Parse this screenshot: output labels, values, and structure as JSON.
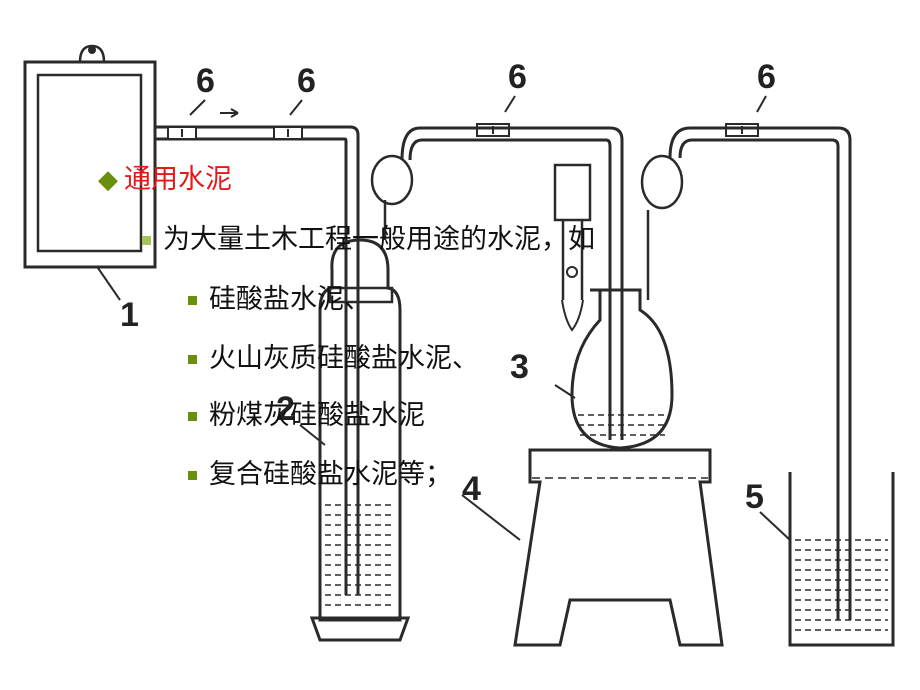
{
  "diagram": {
    "labels": {
      "n1": "1",
      "n2": "2",
      "n3": "3",
      "n4": "4",
      "n5": "5",
      "n6a": "6",
      "n6b": "6",
      "n6c": "6",
      "n6d": "6"
    }
  },
  "text": {
    "heading": "通用水泥",
    "intro": "为大量土木工程一般用途的水泥，如",
    "items": [
      "硅酸盐水泥、",
      "火山灰质硅酸盐水泥、",
      "粉煤灰硅酸盐水泥",
      "复合硅酸盐水泥等；"
    ]
  },
  "colors": {
    "heading": "#e8171c",
    "diamond": "#6a8f0c",
    "sub_marker": "#a6c25a",
    "item_marker": "#6a8f0c"
  }
}
